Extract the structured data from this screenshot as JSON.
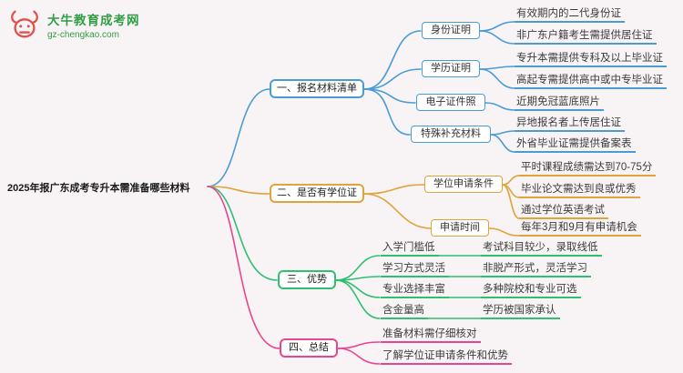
{
  "logo": {
    "site_name": "大牛教育成考网",
    "site_url": "gz-chengkao.com"
  },
  "palette": {
    "branch1": "#4a9cd6",
    "branch2": "#e2a23c",
    "branch3": "#2fbf71",
    "branch4": "#e8468f",
    "logo_green": "#2f9e44",
    "logo_red": "#e0504a"
  },
  "root": {
    "label": "2025年报广东成考专升本需准备哪些材料"
  },
  "branches": [
    {
      "label": "一、报名材料清单",
      "children": [
        {
          "label": "身份证明",
          "leaves": [
            "有效期内的二代身份证",
            "非广东户籍考生需提供居住证"
          ]
        },
        {
          "label": "学历证明",
          "leaves": [
            "专升本需提供专科及以上毕业证",
            "高起专需提供高中或中专毕业证"
          ]
        },
        {
          "label": "电子证件照",
          "leaves": [
            "近期免冠蓝底照片"
          ]
        },
        {
          "label": "特殊补充材料",
          "leaves": [
            "异地报名者上传居住证",
            "外省毕业证需提供备案表"
          ]
        }
      ]
    },
    {
      "label": "二、是否有学位证",
      "children": [
        {
          "label": "学位申请条件",
          "leaves": [
            "平时课程成绩需达到70-75分",
            "毕业论文需达到良或优秀",
            "通过学位英语考试"
          ]
        },
        {
          "label": "申请时间",
          "leaves": [
            "每年3月和9月有申请机会"
          ]
        }
      ]
    },
    {
      "label": "三、优势",
      "children": [
        {
          "label": "入学门槛低",
          "leaves": [
            "考试科目较少，录取线低"
          ]
        },
        {
          "label": "学习方式灵活",
          "leaves": [
            "非脱产形式，灵活学习"
          ]
        },
        {
          "label": "专业选择丰富",
          "leaves": [
            "多种院校和专业可选"
          ]
        },
        {
          "label": "含金量高",
          "leaves": [
            "学历被国家承认"
          ]
        }
      ]
    },
    {
      "label": "四、总结",
      "children": [
        {
          "label": "准备材料需仔细核对",
          "leaves": []
        },
        {
          "label": "了解学位证申请条件和优势",
          "leaves": []
        }
      ]
    }
  ]
}
